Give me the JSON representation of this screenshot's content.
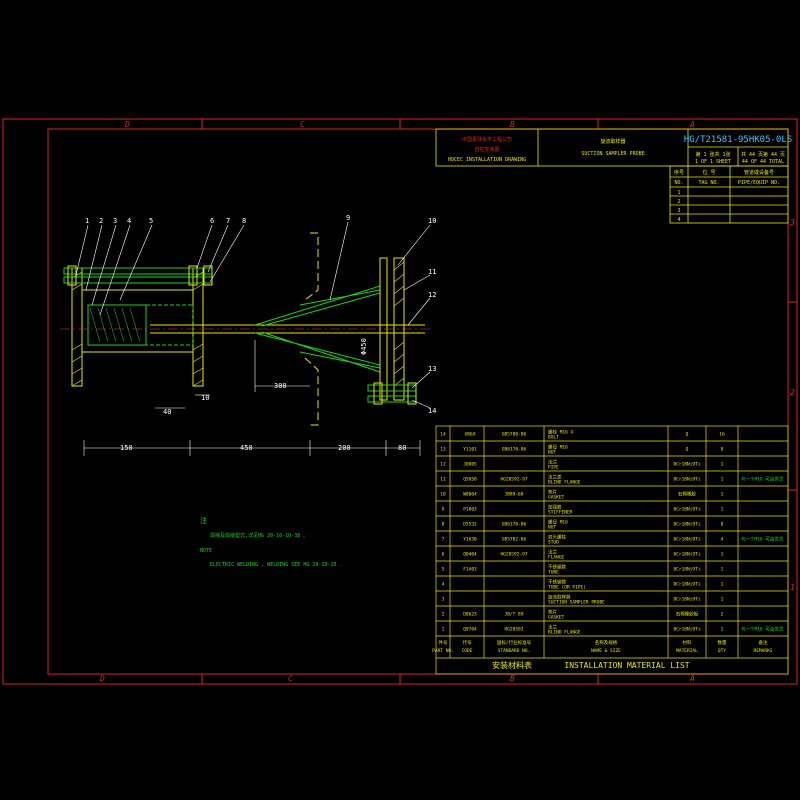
{
  "colors": {
    "background": "#000000",
    "frame": "#d8261b",
    "lines": "#e6e600",
    "part": "#19d219",
    "dim": "#ffffff",
    "cyan": "#33c8ff"
  },
  "title_block": {
    "company_cn": "中国寰球化学工程公司",
    "company_cn2": "自控安装图",
    "company_en": "HQCEC INSTALLATION DRAWING",
    "title_cn": "旋流取样器",
    "title_en": "SUCTION SAMPLER PROBE",
    "drawing_no": "HG/T21581-95HK05-0LS",
    "sheet_cn": "第 1 张共 1张",
    "total_cn": "共 44 页第 44 页",
    "sheet_en": "1 OF 1 SHEET",
    "total_en": "44 OF 44 TOTAL",
    "rev_head_no": "序号",
    "rev_head_doc": "位 号",
    "rev_head_desc": "管道或设备号",
    "rev_head_no_en": "NO.",
    "rev_head_doc_en": "TAG NO.",
    "rev_head_desc_en": "PIPE/EQUIP NO.",
    "rev_rows": [
      "1",
      "2",
      "3",
      "4"
    ]
  },
  "grid_labels": {
    "top": [
      "D",
      "C",
      "B",
      "A"
    ],
    "bottom": [
      "D",
      "C",
      "B",
      "A"
    ],
    "right": [
      "3",
      "2",
      "1"
    ]
  },
  "balloons": [
    "1",
    "2",
    "3",
    "4",
    "5",
    "6",
    "7",
    "8",
    "9",
    "10",
    "11",
    "12",
    "13",
    "14"
  ],
  "dimensions": {
    "d40": "40",
    "d10": "10",
    "d300": "300",
    "d150": "150",
    "d450": "450",
    "d200": "200",
    "d80": "80",
    "phi": "Φ450"
  },
  "notes": {
    "heading_cn": "注",
    "line_cn": "焊接及焊缝型式,详见HG 20-10-10-38 。",
    "heading_en": "NOTE",
    "line_en": "ELECTRIC WELDING , WELDING SEE HG 20-10-10 ."
  },
  "bom": {
    "rows": [
      {
        "no": "14",
        "code": "GB6X",
        "std": "GB5780-86",
        "name_cn": "螺栓 M16 X",
        "name_en": "BOLT",
        "qty": "16",
        "mat": "Q"
      },
      {
        "no": "13",
        "code": "Y1101",
        "std": "GB6170-86",
        "name_cn": "螺母 M16",
        "name_en": "NUT",
        "qty": "8",
        "mat": "Q"
      },
      {
        "no": "12",
        "code": "J0805",
        "std": "",
        "name_cn": "法兰",
        "name_en": "PIPE",
        "qty": "1",
        "mat": "0Cr18Ni9Ti"
      },
      {
        "no": "11",
        "code": "Q5050",
        "std": "HG20592-97",
        "name_cn": "法兰盖",
        "name_en": "BLIND FLANGE",
        "qty": "1",
        "mat": "0Cr18Ni9Ti"
      },
      {
        "no": "10",
        "code": "W0004",
        "std": "JB89-68",
        "name_cn": "垫片",
        "name_en": "GASKET",
        "qty": "1",
        "mat": "石棉橡胶"
      },
      {
        "no": "9",
        "code": "P1003",
        "std": "",
        "name_cn": "加强筋",
        "name_en": "STIFFENER",
        "qty": "1",
        "mat": "0Cr18Ni9Ti"
      },
      {
        "no": "8",
        "code": "D5532",
        "std": "GB6170-86",
        "name_cn": "螺母 M16",
        "name_en": "NUT",
        "qty": "8",
        "mat": "0Cr18Ni9Ti"
      },
      {
        "no": "7",
        "code": "Y1630",
        "std": "GB5782-86",
        "name_cn": "双头螺柱",
        "name_en": "STUD",
        "qty": "4",
        "mat": "0Cr18Ni9Ti"
      },
      {
        "no": "6",
        "code": "Q0404",
        "std": "HG20592-97",
        "name_cn": "法兰",
        "name_en": "FLANGE",
        "qty": "1",
        "mat": "0Cr18Ni9Ti"
      },
      {
        "no": "5",
        "code": "F1403",
        "std": "",
        "name_cn": "不锈钢管",
        "name_en": "TUBE",
        "qty": "1",
        "mat": "0Cr18Ni9Ti"
      },
      {
        "no": "4",
        "code": "",
        "std": "",
        "name_cn": "不锈钢管",
        "name_en": "TUBE (OR PIPE)",
        "qty": "1",
        "mat": "0Cr18Ni9Ti"
      },
      {
        "no": "3",
        "code": "",
        "std": "",
        "name_cn": "旋流取样器",
        "name_en": "SUCTION SAMPLER PROBE",
        "qty": "1",
        "mat": "0Cr18Ni9Ti"
      },
      {
        "no": "2",
        "code": "D0623",
        "std": "JB/T 89",
        "name_cn": "垫片",
        "name_en": "GASKET",
        "qty": "2",
        "mat": "石棉橡胶板"
      },
      {
        "no": "1",
        "code": "Q9704",
        "std": "HG20592",
        "name_cn": "法兰",
        "name_en": "BLIND FLANGE",
        "qty": "1",
        "mat": "0Cr18Ni9Ti"
      }
    ],
    "remarks": {
      "11": "与一个M16 可由供货",
      "7": "与一个M16 可由供货",
      "1": "与一个M16 可由供货"
    },
    "head_cn": [
      "件号",
      "代号",
      "国标/行业标准号",
      "名称及规格",
      "材料",
      "数量",
      "备注"
    ],
    "head_en": [
      "PART NO.",
      "CODE",
      "STANDARD NO.",
      "NAME & SIZE",
      "MATERIAL",
      "QTY",
      "REMARKS"
    ],
    "footer_cn": "安装材料表",
    "footer_en": "INSTALLATION MATERIAL LIST"
  }
}
